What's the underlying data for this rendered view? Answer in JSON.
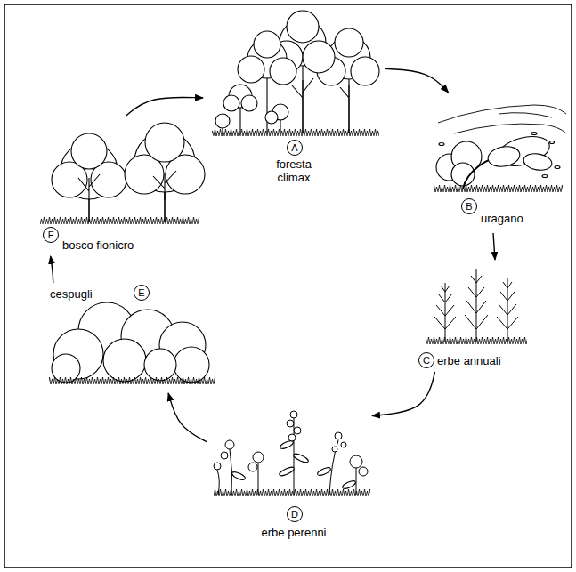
{
  "diagram": {
    "nodes": [
      {
        "text": [
          "A",
          "foresta climax"
        ]
      },
      {
        "text": [
          "B",
          "uragano"
        ]
      },
      {
        "text": [
          "C",
          "erbe annuali"
        ]
      },
      {
        "text": [
          "D",
          "erbe perenni"
        ]
      },
      {
        "text": [
          "E",
          "cespugli"
        ]
      },
      {
        "text": [
          "F",
          "bosco fionicro"
        ]
      }
    ],
    "edges": [
      {
        "from": 0,
        "to": 1,
        "arrow": "to"
      },
      {
        "from": 1,
        "to": 2,
        "arrow": "to"
      },
      {
        "from": 2,
        "to": 3,
        "arrow": "to"
      },
      {
        "from": 3,
        "to": 4,
        "arrow": "to"
      },
      {
        "from": 4,
        "to": 5,
        "arrow": "to"
      },
      {
        "from": 5,
        "to": 0,
        "arrow": "to"
      }
    ]
  }
}
